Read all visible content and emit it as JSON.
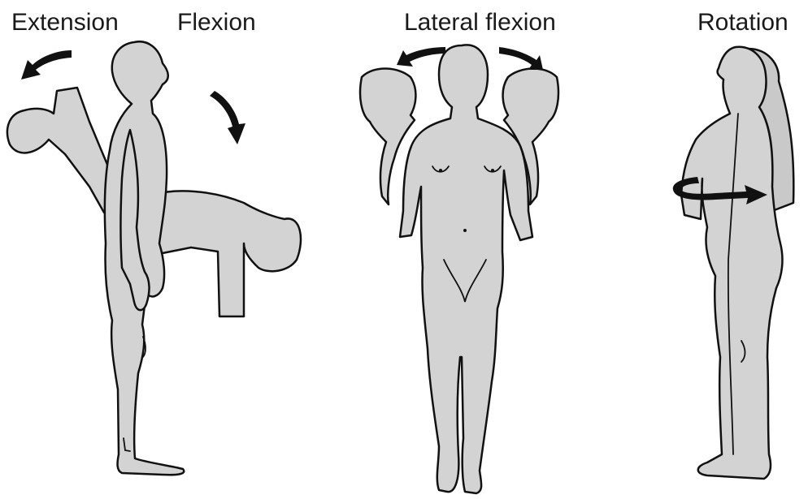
{
  "labels": {
    "extension": "Extension",
    "flexion": "Flexion",
    "lateral_flexion": "Lateral flexion",
    "rotation": "Rotation"
  },
  "colors": {
    "body_fill": "#d3d3d3",
    "outline": "#111111",
    "arrow": "#111111",
    "text": "#1a1a1a"
  }
}
